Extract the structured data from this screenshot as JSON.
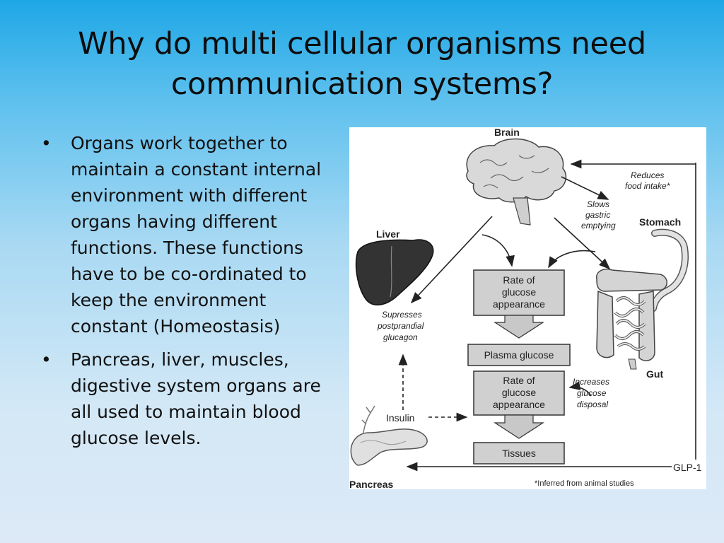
{
  "slide": {
    "title_line1": "Why do multi cellular organisms need",
    "title_line2": "communication systems?",
    "bullets": [
      "Organs work together to maintain a constant internal environment with different organs having different functions. These functions have to be co-ordinated to keep the environment constant (Homeostasis)",
      "Pancreas, liver, muscles, digestive system organs are all used to maintain blood glucose levels."
    ]
  },
  "diagram": {
    "labels": {
      "brain": "Brain",
      "liver": "Liver",
      "stomach": "Stomach",
      "gut": "Gut",
      "pancreas": "Pancreas",
      "insulin": "Insulin",
      "glp1": "GLP-1",
      "reduces_food_1": "Reduces",
      "reduces_food_2": "food intake*",
      "slows_1": "Slows",
      "slows_2": "gastric",
      "slows_3": "emptying",
      "supresses_1": "Supresses",
      "supresses_2": "postprandial",
      "supresses_3": "glucagon",
      "increases_1": "Increases",
      "increases_2": "glucose",
      "increases_3": "disposal",
      "footnote": "*Inferred from animal studies"
    },
    "boxes": {
      "rate_appearance_1": [
        "Rate of",
        "glucose",
        "appearance"
      ],
      "plasma_glucose": "Plasma glucose",
      "rate_appearance_2": [
        "Rate of",
        "glucose",
        "appearance"
      ],
      "tissues": "Tissues"
    }
  }
}
